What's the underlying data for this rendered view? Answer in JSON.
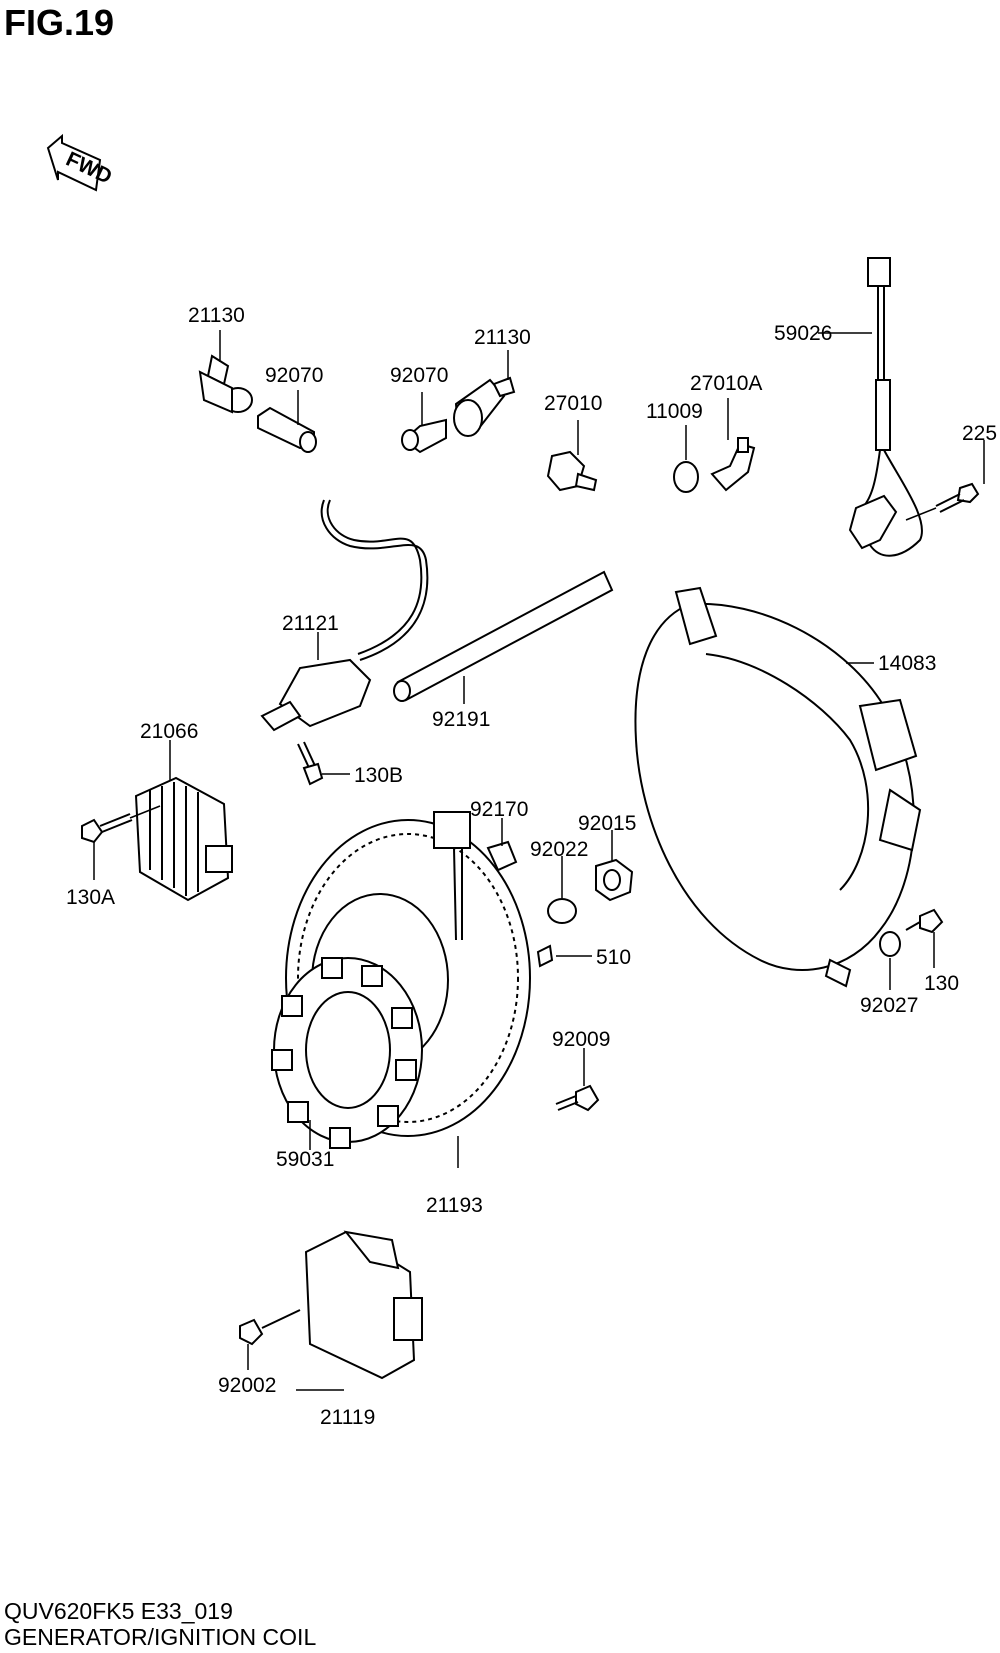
{
  "figure": {
    "title": "FIG.19"
  },
  "fwd_marker": {
    "text": "FWD"
  },
  "parts": [
    {
      "number": "21130"
    },
    {
      "number": "92070"
    },
    {
      "number": "92070"
    },
    {
      "number": "21130"
    },
    {
      "number": "27010"
    },
    {
      "number": "11009"
    },
    {
      "number": "27010A"
    },
    {
      "number": "59026"
    },
    {
      "number": "225"
    },
    {
      "number": "21121"
    },
    {
      "number": "92191"
    },
    {
      "number": "14083"
    },
    {
      "number": "130B"
    },
    {
      "number": "21066"
    },
    {
      "number": "130A"
    },
    {
      "number": "92170"
    },
    {
      "number": "92015"
    },
    {
      "number": "92022"
    },
    {
      "number": "510"
    },
    {
      "number": "130"
    },
    {
      "number": "92027"
    },
    {
      "number": "92009"
    },
    {
      "number": "59031"
    },
    {
      "number": "21193"
    },
    {
      "number": "92002"
    },
    {
      "number": "21119"
    }
  ],
  "footer": {
    "code": "QUV620FK5 E33_019",
    "caption": "GENERATOR/IGNITION COIL"
  }
}
